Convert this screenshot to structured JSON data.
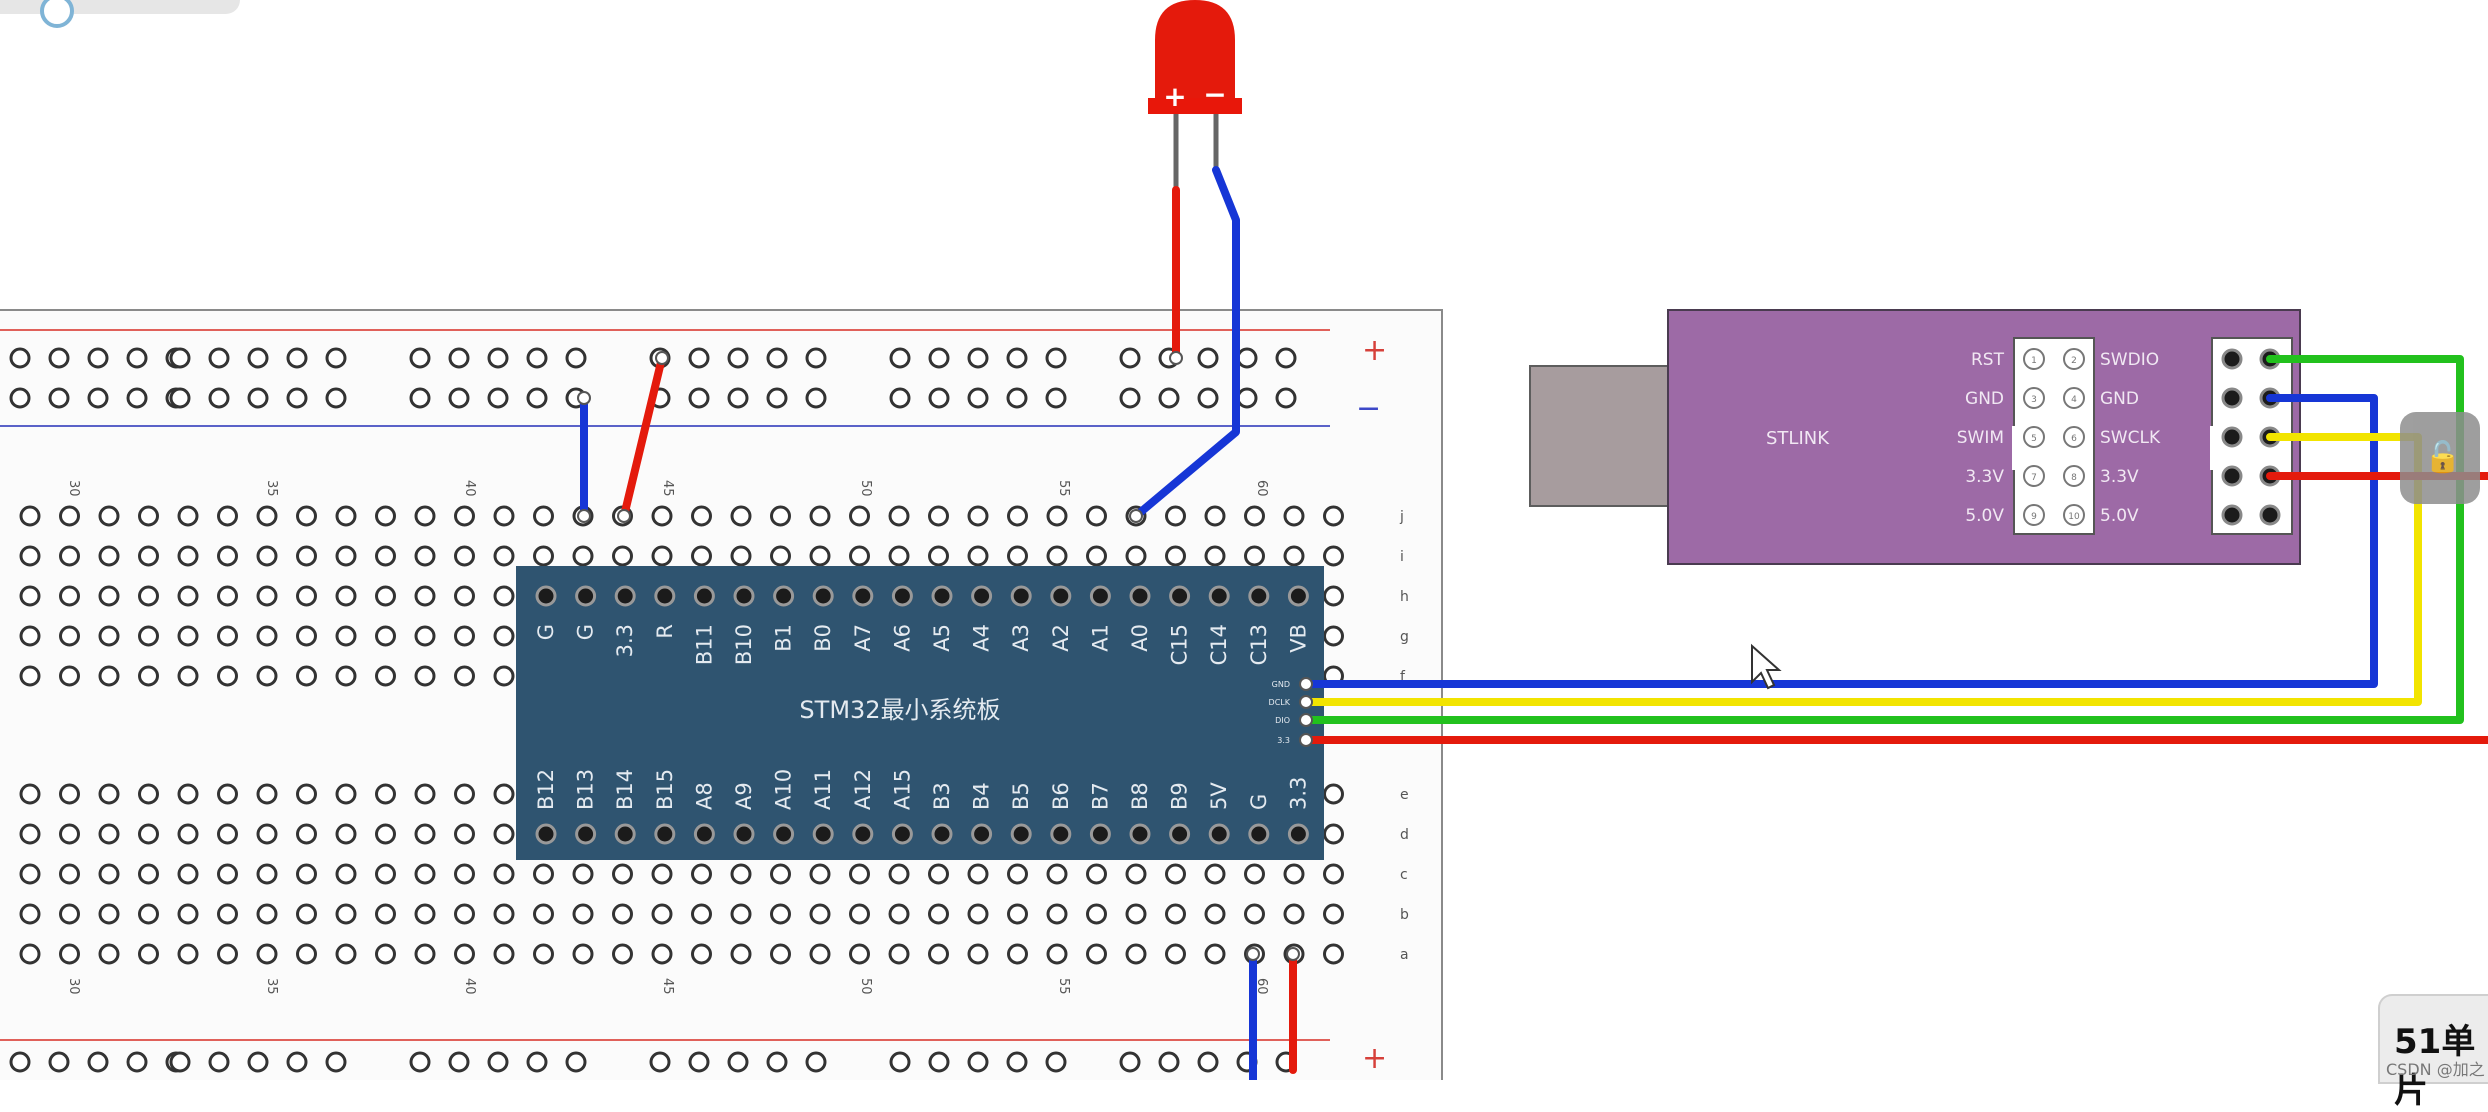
{
  "breadboard": {
    "col_numbers": [
      "30",
      "35",
      "40",
      "45",
      "50",
      "55",
      "60"
    ],
    "row_letters_top": [
      "j",
      "i",
      "h",
      "g",
      "f"
    ],
    "row_letters_bottom": [
      "e",
      "d",
      "c",
      "b",
      "a"
    ],
    "rail_plus": "+",
    "rail_minus": "−"
  },
  "mcu": {
    "title": "STM32最小系统板",
    "top_pins": [
      "G",
      "G",
      "3.3",
      "R",
      "B11",
      "B10",
      "B1",
      "B0",
      "A7",
      "A6",
      "A5",
      "A4",
      "A3",
      "A2",
      "A1",
      "A0",
      "C15",
      "C14",
      "C13",
      "VB"
    ],
    "bottom_pins": [
      "B12",
      "B13",
      "B14",
      "B15",
      "A8",
      "A9",
      "A10",
      "A11",
      "A12",
      "A15",
      "B3",
      "B4",
      "B5",
      "B6",
      "B7",
      "B8",
      "B9",
      "5V",
      "G",
      "3.3"
    ],
    "side_pins": [
      "GND",
      "DCLK",
      "DIO",
      "3.3"
    ]
  },
  "stlink": {
    "label": "STLINK",
    "left_labels": [
      "RST",
      "GND",
      "SWIM",
      "3.3V",
      "5.0V"
    ],
    "right_labels": [
      "SWDIO",
      "GND",
      "SWCLK",
      "3.3V",
      "5.0V"
    ],
    "pin_numbers": [
      "1",
      "2",
      "3",
      "4",
      "5",
      "6",
      "7",
      "8",
      "9",
      "10"
    ]
  },
  "led": {
    "plus": "+",
    "minus": "−"
  },
  "overlay": {
    "corner_text": "51单片",
    "corner_watermark": "CSDN @加之",
    "lock_glyph": "🔓"
  },
  "colors": {
    "blue": "#1636d6",
    "yellow": "#f2e400",
    "green": "#22c11d",
    "red": "#e41a0c",
    "board": "#2f5470",
    "stlink": "#9d6aa6"
  }
}
